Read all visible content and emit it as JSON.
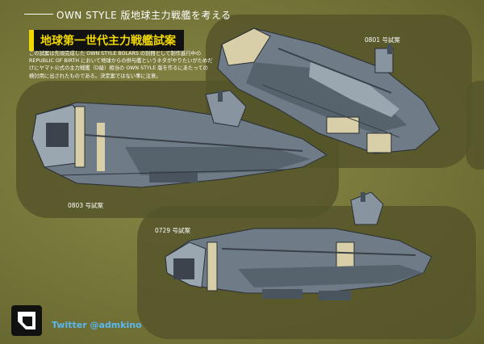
{
  "header": {
    "series_title": "OWN STYLE 版地球主力戦艦を考える",
    "main_title": "地球第一世代主力戦艦試案"
  },
  "description": {
    "text": "この試案は先頃完成した OWN STYLE BOLARS の別冊として制作進行中の REPUBLIC OF BIRTH において地球からの供与艦というネタがやりたいがためだけにヤマト公式の主力戦艦（D級）相当の OWN STYLE 版を作るにあたっての検討用に出されたものである。決定案ではない事に注意。"
  },
  "ships": [
    {
      "label": "0801 号試案",
      "icon": "battleship-0801-illustration"
    },
    {
      "label": "0803 号試案",
      "icon": "battleship-0803-illustration"
    },
    {
      "label": "0729 号試案",
      "icon": "battleship-0729-illustration"
    }
  ],
  "footer": {
    "twitter": "Twitter @admkino",
    "logo_icon": "artist-logo-icon"
  },
  "colors": {
    "background": "#7a7a3a",
    "panel": "#55552a",
    "title_accent": "#f0d800",
    "twitter": "#58b8f0",
    "hull": "#6f7c88",
    "hull_light": "#9aa6b0",
    "armor": "#d8cfa8"
  }
}
